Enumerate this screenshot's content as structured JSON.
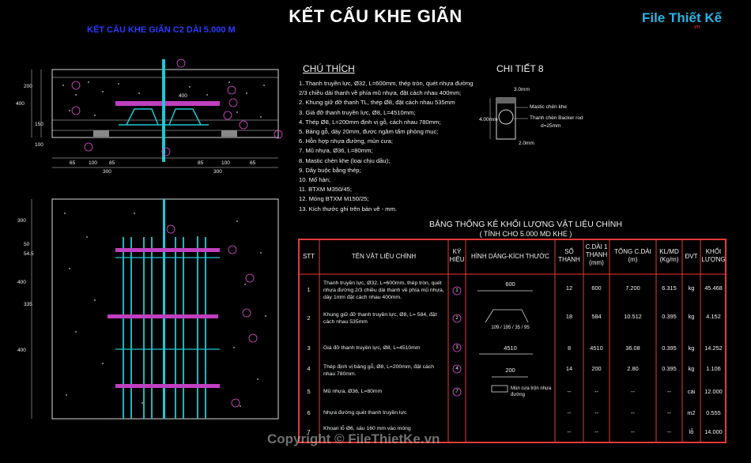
{
  "title": "KẾT CẤU KHE GIÃN",
  "subtitle": "KẾT CẤU KHE GIÃN C2  DÀI 5.000 M",
  "logo": {
    "text": "File Thiết Kế",
    "suffix": ".vn"
  },
  "watermark": "Copyright © FileThietKe.vn",
  "notes": {
    "heading": "CHÚ THÍCH",
    "items": [
      "1. Thanh truyền lực, Ø32, L=600mm, thép tròn, quét nhựa đường",
      "    2/3 chiều dài thanh về phía mũ nhựa, đặt cách nhau 400mm;",
      "2. Khung giữ đỡ thanh TL, thép Ø8, đặt cách nhau 535mm",
      "3. Giá đỡ thanh truyền lực, Ø8, L=4510mm;",
      "4. Thép Ø8, L=200mm định vị gỗ, cách nhau 780mm;",
      "5. Bảng gỗ, dày 20mm, được ngâm tẩm phòng mục;",
      "6. Hỗn hợp nhựa đường, mùn cưa;",
      "7. Mũ nhựa, Ø36, L=80mm;",
      "8. Mastic chèn khe (loại chịu dầu);",
      "9. Dây buộc bằng thép;",
      "10. Mố hàn;",
      "11. BTXM M350/45;",
      "12. Móng BTXM M150/25;",
      "13. Kích thước ghi trên bản vẽ -  mm."
    ]
  },
  "detail": {
    "heading": "CHI TIẾT 8",
    "label_mastic": "Mastic chèn khe",
    "label_rod": "Thanh chèn Backer rod",
    "label_rod2": "d=25mm",
    "dim_top": "3.0mm",
    "dim_side": "4.00mm",
    "dim_bottom": "2.0mm"
  },
  "drawing": {
    "top_dims_left": [
      "200",
      "150",
      "100",
      "400"
    ],
    "top_dims_bottom": [
      "65",
      "100",
      "85",
      "85",
      "100",
      "65",
      "300",
      "300"
    ],
    "top_center_dim": "400",
    "side_dims": [
      "300",
      "50",
      "54.5",
      "400",
      "335",
      "400"
    ]
  },
  "stat": {
    "title": "BẢNG THỐNG KÊ KHỐI LƯỢNG VẬT LIỆU CHÍNH",
    "subtitle": "( TÍNH CHO 5.000 MD KHE )",
    "headers": {
      "stt": "STT",
      "name": "TÊN VẬT LIỆU CHÍNH",
      "sym": "KÝ HIỆU",
      "shape": "HÌNH DÁNG-KÍCH THƯỚC",
      "qty": "SỐ THANH",
      "len1": "C.DÀI 1 THANH (mm)",
      "total": "TỔNG C.DÀI (m)",
      "klmd": "KL/MD (Kg/m)",
      "unit": "ĐVT",
      "mass": "KHỐI LƯỢNG"
    },
    "rows": [
      {
        "stt": "1",
        "name": "Thanh truyền lực, Ø32, L=600mm, thép tròn, quét nhựa đường 2/3 chiều dài thanh về phía mũ nhựa, dày 1mm đặt cách nhau 400mm.",
        "sym": "1",
        "shape": "600",
        "qty": "12",
        "len1": "600",
        "total": "7.200",
        "klmd": "6.315",
        "unit": "kg",
        "mass": "45.468"
      },
      {
        "stt": "2",
        "name": "Khung giữ đỡ thanh truyền lực, Ø8, L= 584, đặt cách nhau 535mm",
        "sym": "2",
        "shape": "109 / 195 / 35 / 95",
        "qty": "18",
        "len1": "584",
        "total": "10.512",
        "klmd": "0.395",
        "unit": "kg",
        "mass": "4.152"
      },
      {
        "stt": "3",
        "name": "Giá đỡ thanh truyền lực, Ø8, L=4510mm",
        "sym": "3",
        "shape": "4510",
        "qty": "8",
        "len1": "4510",
        "total": "36.08",
        "klmd": "0.395",
        "unit": "kg",
        "mass": "14.252"
      },
      {
        "stt": "4",
        "name": "Thép định vị bảng gỗ, Ø8, L=200mm, đặt cách nhau 780mm.",
        "sym": "4",
        "shape": "200",
        "qty": "14",
        "len1": "200",
        "total": "2.80",
        "klmd": "0.395",
        "unit": "kg",
        "mass": "1.106"
      },
      {
        "stt": "5",
        "name": "Mũ nhựa, Ø36, L=80mm",
        "sym": "7",
        "shape": "Mùn cưa trộn nhựa đường",
        "qty": "--",
        "len1": "--",
        "total": "--",
        "klmd": "--",
        "unit": "cái",
        "mass": "12.000"
      },
      {
        "stt": "6",
        "name": "Nhựa đường quét thanh truyền lực",
        "sym": "",
        "shape": "",
        "qty": "--",
        "len1": "--",
        "total": "--",
        "klmd": "--",
        "unit": "m2",
        "mass": "0.555"
      },
      {
        "stt": "7",
        "name": "Khoan lỗ Ø6, sâu 160 mm vào móng",
        "sym": "",
        "shape": "",
        "qty": "--",
        "len1": "--",
        "total": "--",
        "klmd": "--",
        "unit": "lỗ",
        "mass": "14.000"
      }
    ]
  },
  "colors": {
    "table_border": "#e23a3a",
    "rebar": "#1fc8d6",
    "slab": "#c03fc0",
    "outline": "#d8d8d8",
    "callout": "#e04ed8"
  }
}
